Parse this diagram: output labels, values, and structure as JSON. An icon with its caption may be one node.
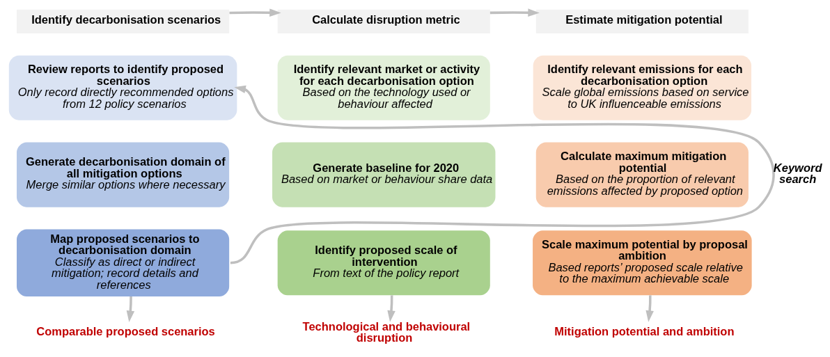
{
  "diagram": {
    "nodes": [
      {
        "text": [
          "Identify decarbonisation scenarios"
        ]
      },
      {
        "text": [
          "Calculate disruption metric"
        ]
      },
      {
        "text": [
          "Estimate mitigation potential"
        ]
      },
      {
        "text": [
          "Review reports to identify proposed scenarios",
          "Only record directly recommended options from 12 policy scenarios"
        ]
      },
      {
        "text": [
          "Generate decarbonisation domain of all mitigation options",
          "Merge similar options where necessary"
        ]
      },
      {
        "text": [
          "Map proposed scenarios to decarbonisation domain",
          "Classify as direct or indirect mitigation; record details and references"
        ]
      },
      {
        "text": [
          "Identify relevant market or activity for each decarbonisation option",
          "Based on the technology used or behaviour affected"
        ]
      },
      {
        "text": [
          "Generate baseline for 2020",
          "Based on market or behaviour share data"
        ]
      },
      {
        "text": [
          "Identify proposed scale of intervention",
          "From text of the policy report"
        ]
      },
      {
        "text": [
          "Identify relevant emissions for each decarbonisation option",
          "Scale global emissions based on service to UK influenceable emissions"
        ]
      },
      {
        "text": [
          "Calculate maximum mitigation potential",
          "Based on the proportion of relevant emissions affected by proposed option"
        ]
      },
      {
        "text": [
          "Scale maximum potential by proposal ambition",
          "Based reports’ proposed scale relative to the maximum achievable scale"
        ]
      },
      {
        "text": [
          "Comparable proposed scenarios"
        ]
      },
      {
        "text": [
          "Technological and behavioural disruption"
        ]
      },
      {
        "text": [
          "Mitigation potential and ambition"
        ]
      }
    ],
    "edges": [
      {
        "from": 0,
        "to": 1,
        "arrow": "to"
      },
      {
        "from": 1,
        "to": 2,
        "arrow": "to"
      },
      {
        "from": 5,
        "to": 3,
        "arrow": "to",
        "label": "Keyword search"
      },
      {
        "from": 5,
        "to": 12,
        "arrow": "to"
      },
      {
        "from": 8,
        "to": 13,
        "arrow": "to"
      },
      {
        "from": 11,
        "to": 14,
        "arrow": "to"
      }
    ]
  }
}
